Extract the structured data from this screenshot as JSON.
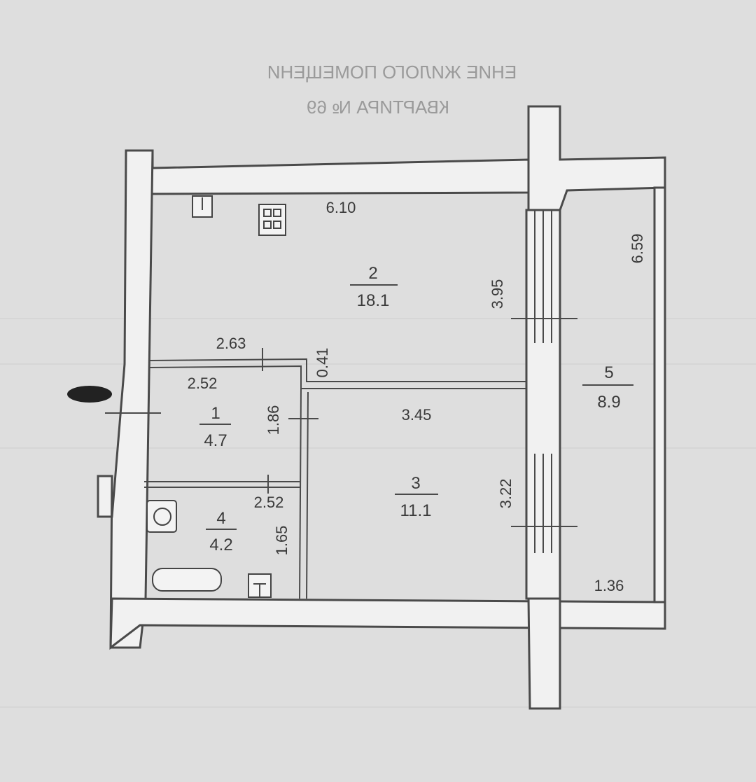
{
  "header": {
    "line1": "ЕНИЕ ЖИЛОГО ПОМЕЩЕНИ",
    "line2": "КВАРТИРА № 69"
  },
  "rooms": [
    {
      "number": "1",
      "area": "4.7"
    },
    {
      "number": "2",
      "area": "18.1"
    },
    {
      "number": "3",
      "area": "11.1"
    },
    {
      "number": "4",
      "area": "4.2"
    },
    {
      "number": "5",
      "area": "8.9"
    }
  ],
  "dimensions": {
    "kitchen_width": "6.10",
    "kitchen_depth": "3.95",
    "loggia_length": "6.59",
    "hall_top": "2.63",
    "hall_step": "0.41",
    "room1_width": "2.52",
    "room1_depth": "1.86",
    "room3_width": "3.45",
    "room3_depth": "3.22",
    "bath_width": "2.52",
    "bath_depth": "1.65",
    "loggia_width": "1.36"
  },
  "colors": {
    "paper": "#dedede",
    "ink": "#3a3a3a",
    "wall_fill": "#f1f1f1"
  }
}
